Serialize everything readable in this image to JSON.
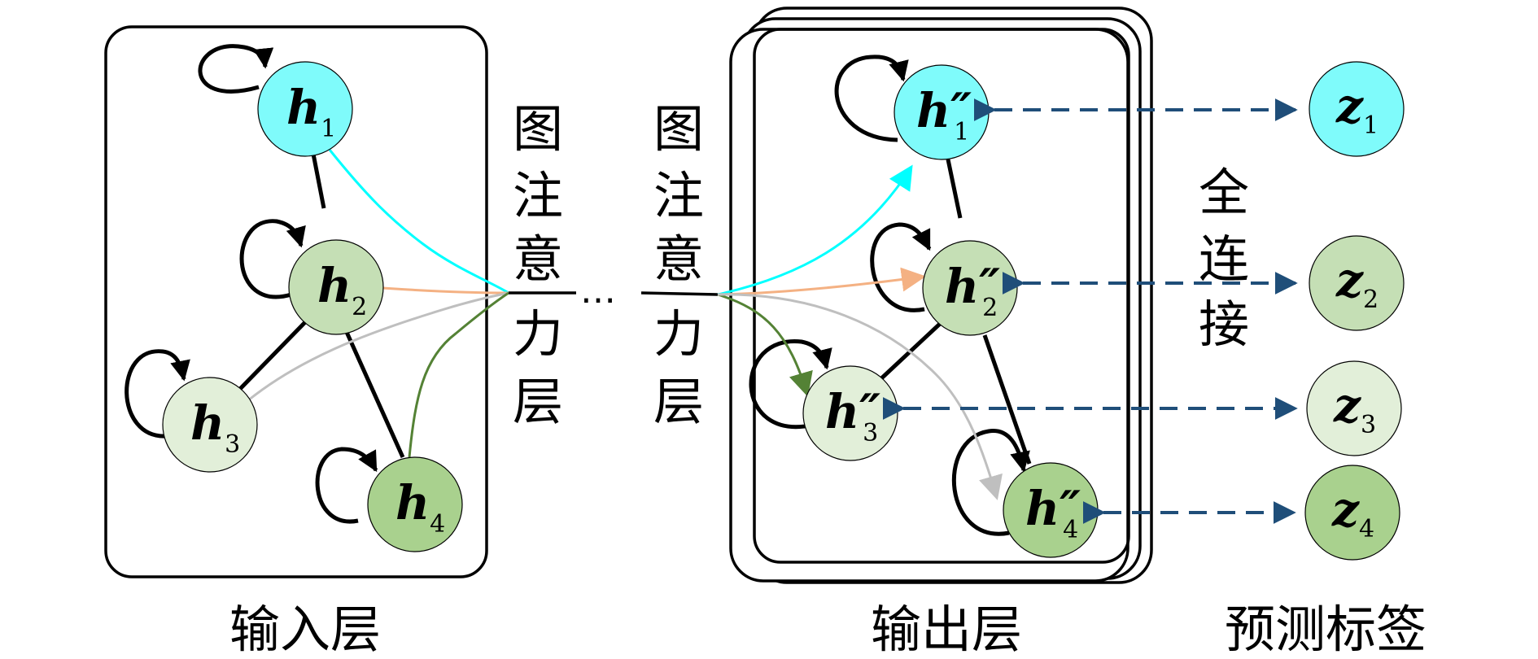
{
  "labels": {
    "input_layer": "输入层",
    "output_layer": "输出层",
    "predicted_labels": "预测标签",
    "attention_layer": [
      "图",
      "注",
      "意",
      "力",
      "层"
    ],
    "fully_connected": [
      "全",
      "连",
      "接"
    ],
    "ellipsis": "…"
  },
  "input_nodes": [
    {
      "id": "h1",
      "base": "h",
      "sub": "1",
      "color": "#7ffbfb"
    },
    {
      "id": "h2",
      "base": "h",
      "sub": "2",
      "color": "#c5dfb5"
    },
    {
      "id": "h3",
      "base": "h",
      "sub": "3",
      "color": "#e2efd9"
    },
    {
      "id": "h4",
      "base": "h",
      "sub": "4",
      "color": "#a9d18e"
    }
  ],
  "output_nodes": [
    {
      "id": "o1",
      "base": "h″",
      "sub": "1",
      "color": "#7ffbfb"
    },
    {
      "id": "o2",
      "base": "h″",
      "sub": "2",
      "color": "#c5dfb5"
    },
    {
      "id": "o3",
      "base": "h″",
      "sub": "3",
      "color": "#e2efd9"
    },
    {
      "id": "o4",
      "base": "h″",
      "sub": "4",
      "color": "#a9d18e"
    }
  ],
  "label_nodes": [
    {
      "id": "z1",
      "base": "z",
      "sub": "1",
      "color": "#7ffbfb"
    },
    {
      "id": "z2",
      "base": "z",
      "sub": "2",
      "color": "#c5dfb5"
    },
    {
      "id": "z3",
      "base": "z",
      "sub": "3",
      "color": "#e2efd9"
    },
    {
      "id": "z4",
      "base": "z",
      "sub": "4",
      "color": "#a9d18e"
    }
  ],
  "colors": {
    "h1_line": "#00ffff",
    "h2_line": "#f4b183",
    "h3_line": "#bfbfbf",
    "h4_line": "#548235",
    "fc_arrow": "#1f4e79"
  }
}
